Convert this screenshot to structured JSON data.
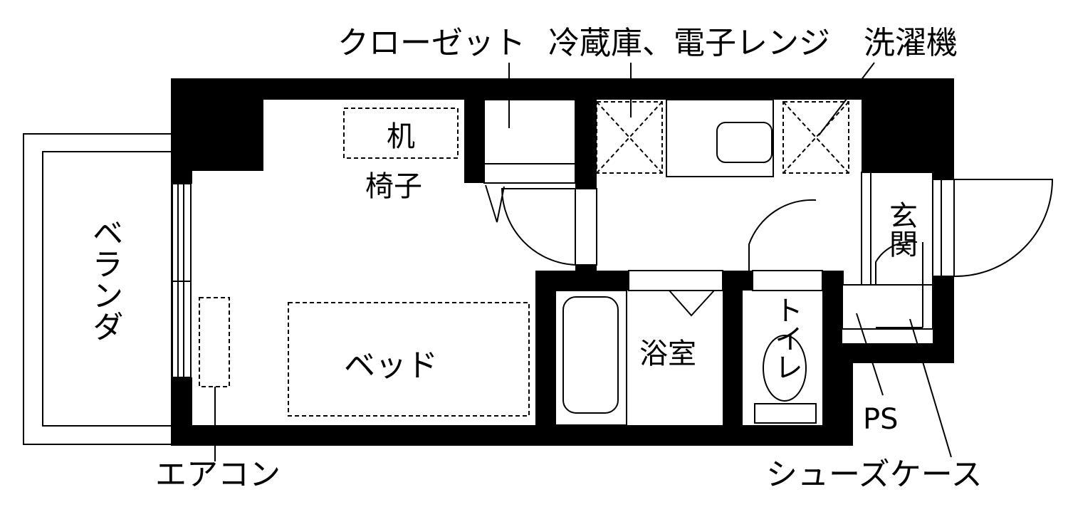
{
  "labels": {
    "closet": "クローゼット",
    "fridge_microwave": "冷蔵庫、電子レンジ",
    "washer": "洗濯機",
    "desk": "机",
    "chair": "椅子",
    "veranda": "ベランダ",
    "bed": "ベッド",
    "aircon": "エアコン",
    "bath": "浴室",
    "toilet": "トイレ",
    "entrance": "玄関",
    "ps": "PS",
    "shoe_case": "シューズケース"
  }
}
